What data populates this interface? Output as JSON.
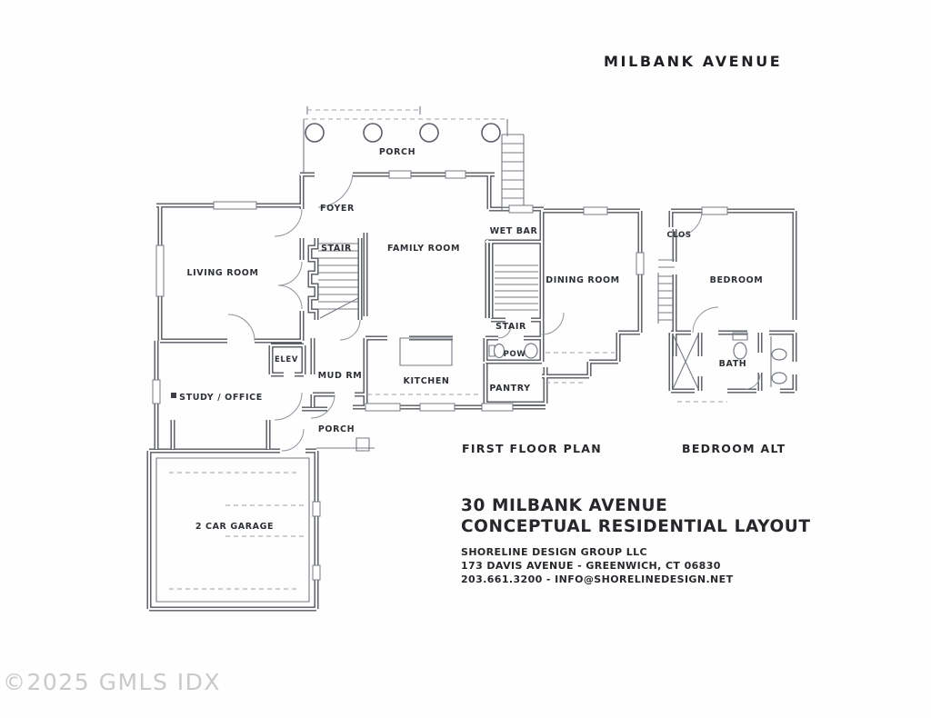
{
  "street_label": "MILBANK AVENUE",
  "watermark": "©2025 GMLS IDX",
  "captions": {
    "first_floor": "FIRST FLOOR PLAN",
    "bedroom_alt": "BEDROOM ALT"
  },
  "title_block": {
    "address_line": "30 MILBANK AVENUE",
    "subtitle": "CONCEPTUAL RESIDENTIAL LAYOUT",
    "firm": "SHORELINE DESIGN GROUP LLC",
    "firm_address": "173 DAVIS AVENUE - GREENWICH, CT  06830",
    "firm_contact": "203.661.3200 - INFO@SHORELINEDESIGN.NET"
  },
  "first_floor_rooms": {
    "porch_top": "PORCH",
    "foyer": "FOYER",
    "stair_main": "STAIR",
    "family_room": "FAMILY ROOM",
    "wet_bar": "WET BAR",
    "living_room": "LIVING ROOM",
    "dining_room": "DINING ROOM",
    "stair_back": "STAIR",
    "pow": "POW",
    "elev": "ELEV",
    "mud_rm": "MUD RM",
    "kitchen": "KITCHEN",
    "pantry": "PANTRY",
    "study_office": "STUDY / OFFICE",
    "porch_bottom": "PORCH",
    "garage": "2 CAR GARAGE"
  },
  "bedroom_alt_rooms": {
    "clos": "CLOS",
    "bedroom": "BEDROOM",
    "bath": "BATH"
  },
  "colors": {
    "ink": "#53575f",
    "label_text": "#2d3035",
    "title_text": "#26282c",
    "watermark": "#c9c9c9",
    "paper": "#fefefe"
  }
}
